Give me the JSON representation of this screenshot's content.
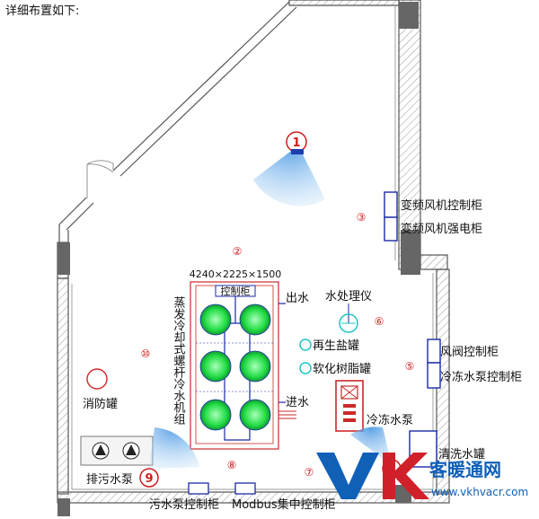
{
  "caption": "详细布置如下:",
  "markers": {
    "m1": "1",
    "m2": "②",
    "m3": "③",
    "m5": "⑤",
    "m6": "⑥",
    "m7": "⑦",
    "m8": "⑧",
    "m9": "9",
    "m10": "⑩",
    "m4": "4"
  },
  "labels": {
    "vfd_fan_cabinet": "变频风机控制柜",
    "vfd_fan_power_cabinet": "变频风机强电柜",
    "chiller_dimensions": "4240×2225×1500",
    "control_cabinet": "控制柜",
    "chiller_name": "蒸发冷却式螺杆冷水机组",
    "water_out": "出水",
    "water_in": "进水",
    "water_treatment": "水处理仪",
    "regen_salt_tank": "再生盐罐",
    "softening_resin_tank": "软化树脂罐",
    "chilled_pump": "冷冻水泵",
    "damper_cabinet": "风阀控制柜",
    "chilled_pump_cabinet": "冷冻水泵控制柜",
    "clean_tank": "清洗水罐",
    "fire_tank": "消防罐",
    "sewage_pump": "排污水泵",
    "sewage_pump_cabinet": "污水泵控制柜",
    "modbus_cabinet": "Modbus集中控制柜"
  },
  "watermark": {
    "brand_cn": "客暖通网",
    "url": "www.vkhvacr.com"
  },
  "colors": {
    "wall": "#555555",
    "hatch": "#888888",
    "pillar": "#666666",
    "equipment": "#1a2aa8",
    "chiller_frame": "#cc2a2a",
    "fan": "#33dd55",
    "pipe": "#2233bb",
    "camera": "#3a7fd0",
    "number": "#d21c1c",
    "cyan": "#22c4c4",
    "wm_blue": "#1060b8",
    "wm_red": "#d0202a"
  }
}
